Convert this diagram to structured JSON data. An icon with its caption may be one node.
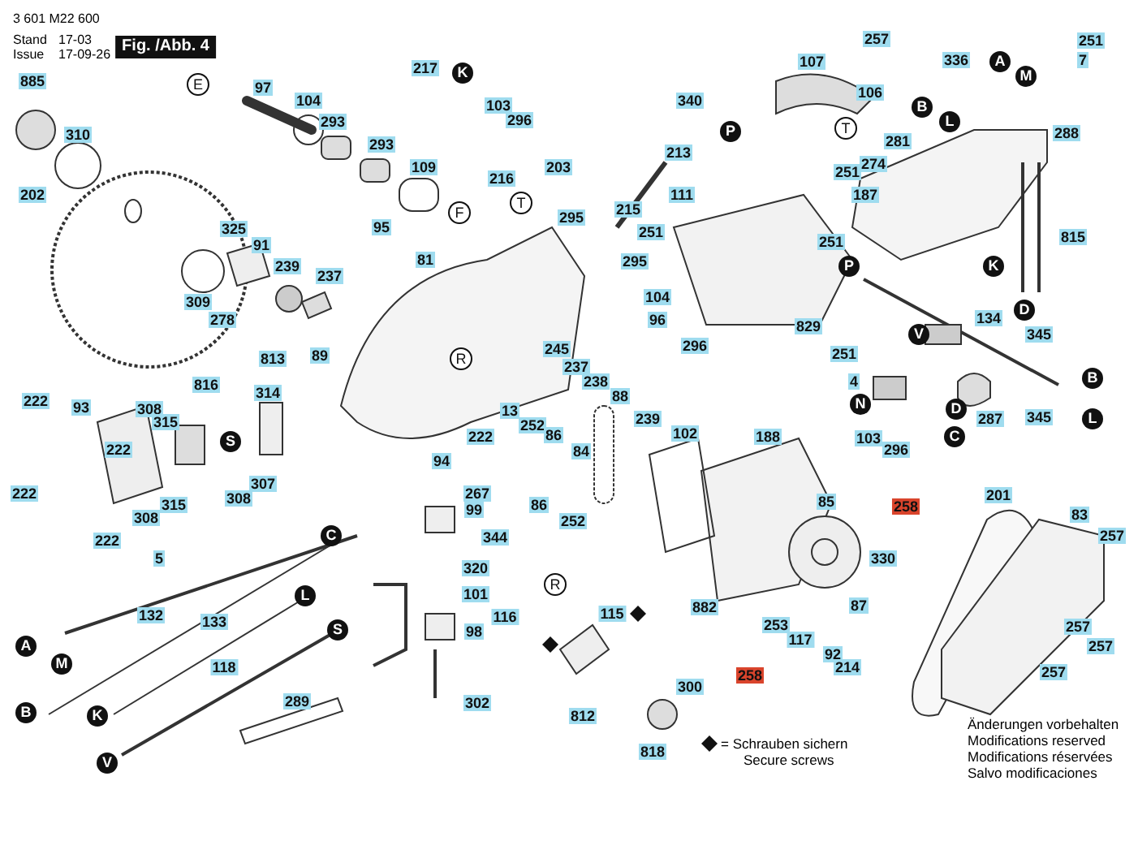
{
  "diagram": {
    "labels": [
      "3 601 M22 600",
      "Stand",
      "Issue",
      "17-03",
      "17-09-26",
      "Fig. /Abb. 4",
      "885",
      "E",
      "97",
      "104",
      "217",
      "K",
      "257",
      "251",
      "7",
      "107",
      "336",
      "A",
      "M",
      "106",
      "340",
      "103",
      "296",
      "B",
      "L",
      "293",
      "T",
      "P",
      "288",
      "310",
      "281",
      "293",
      "213",
      "274",
      "109",
      "203",
      "251",
      "216",
      "202",
      "111",
      "187",
      "T",
      "215",
      "F",
      "295",
      "95",
      "325",
      "251",
      "815",
      "251",
      "91",
      "81",
      "295",
      "K",
      "P",
      "239",
      "237",
      "104",
      "309",
      "D",
      "134",
      "278",
      "96",
      "829",
      "V",
      "345",
      "296",
      "245",
      "251",
      "89",
      "R",
      "813",
      "237",
      "B",
      "4",
      "238",
      "816",
      "314",
      "88",
      "222",
      "N",
      "93",
      "D",
      "308",
      "13",
      "239",
      "287",
      "345",
      "L",
      "315",
      "252",
      "102",
      "86",
      "188",
      "222",
      "C",
      "103",
      "S",
      "222",
      "296",
      "84",
      "94",
      "307",
      "267",
      "222",
      "201",
      "308",
      "85",
      "315",
      "86",
      "258",
      "99",
      "83",
      "308",
      "252",
      "C",
      "257",
      "344",
      "222",
      "5",
      "330",
      "320",
      "R",
      "101",
      "L",
      "87",
      "882",
      "115",
      "132",
      "116",
      "133",
      "253",
      "257",
      "S",
      "98",
      "117",
      "A",
      "257",
      "92",
      "M",
      "118",
      "214",
      "257",
      "258",
      "300",
      "289",
      "302",
      "B",
      "K",
      "812",
      "Änderungen vorbehalten",
      "Modifications reserved",
      "= Schrauben sichern",
      "Modifications réservées",
      "Secure screws",
      "818",
      "Salvo modificaciones",
      "V"
    ]
  }
}
